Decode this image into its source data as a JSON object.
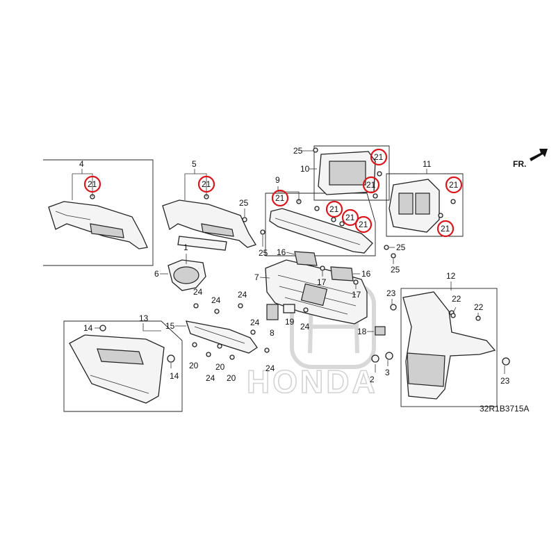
{
  "diagram": {
    "code": "32R1B3715A",
    "direction_label": "FR.",
    "brand_watermark": "HONDA",
    "highlight_color": "#d8161b",
    "callouts": {
      "c4": "4",
      "c5": "5",
      "c21a": "21",
      "c21b": "21",
      "c25a": "25",
      "c25b": "25",
      "c1": "1",
      "c6": "6",
      "c9": "9",
      "c21c": "21",
      "c25c": "25",
      "c10": "10",
      "c21d": "21",
      "c21e": "21",
      "c21f": "21",
      "c21g": "21",
      "c11": "11",
      "c21h": "21",
      "c21i": "21",
      "c25d": "25",
      "c25e": "25",
      "c16a": "16",
      "c16b": "16",
      "c7": "7",
      "c17a": "17",
      "c17b": "17",
      "c24a": "24",
      "c24b": "24",
      "c24c": "24",
      "c24d": "24",
      "c24e": "24",
      "c24f": "24",
      "c24g": "24",
      "c15": "15",
      "c13": "13",
      "c14a": "14",
      "c14b": "14",
      "c20a": "20",
      "c20b": "20",
      "c20c": "20",
      "c8": "8",
      "c19": "19",
      "c18": "18",
      "c12": "12",
      "c23a": "23",
      "c23b": "23",
      "c22a": "22",
      "c22b": "22",
      "c2": "2",
      "c3": "3",
      "c21j": "21"
    }
  }
}
